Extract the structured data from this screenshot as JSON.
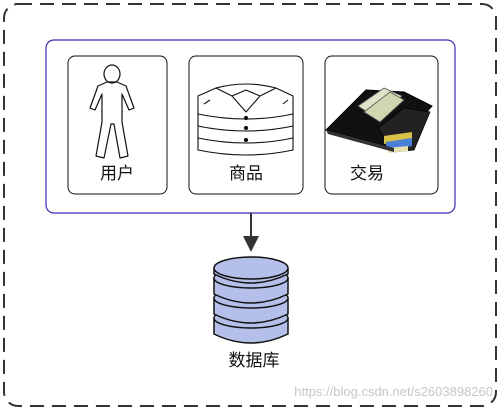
{
  "diagram": {
    "cards": [
      {
        "label": "用户",
        "icon": "person-outline-icon"
      },
      {
        "label": "商品",
        "icon": "folded-shirts-icon"
      },
      {
        "label": "交易",
        "icon": "wallet-icon"
      }
    ],
    "database": {
      "label": "数据库",
      "icon": "database-cylinder-icon"
    },
    "watermark": "https://blog.csdn.net/s2603898260"
  },
  "colors": {
    "outer_border": "#333333",
    "group_border": "#3d2bb0",
    "card_border": "#000000",
    "database_fill": "#b4c0ea",
    "database_stroke": "#000000",
    "arrow": "#333333",
    "watermark": "#c7c7c7"
  }
}
